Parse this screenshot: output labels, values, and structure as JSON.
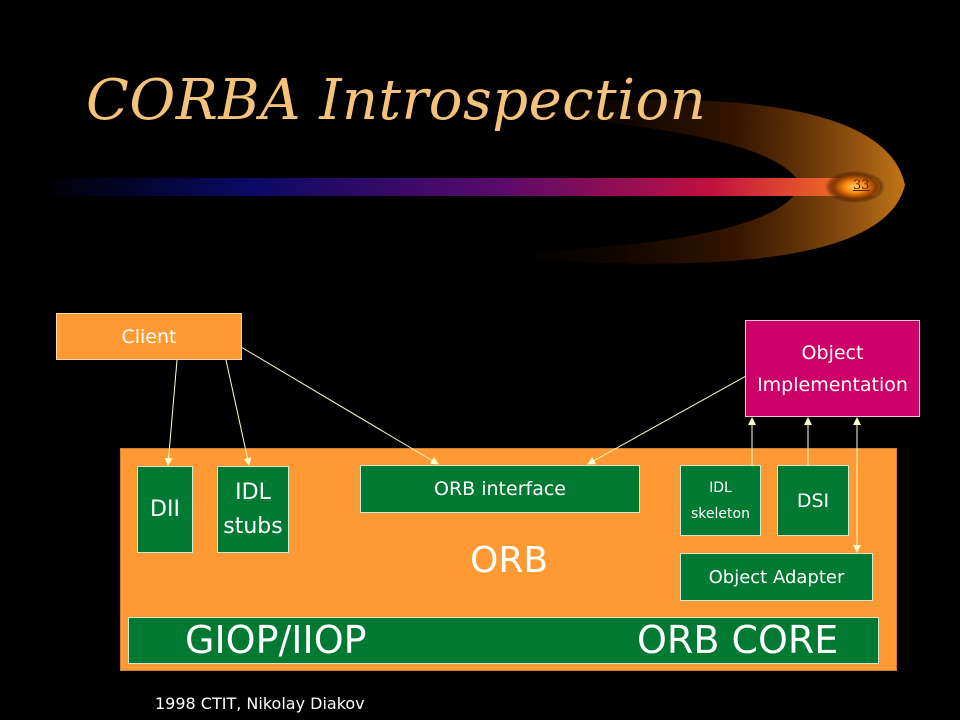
{
  "slide": {
    "title": "CORBA Introspection",
    "slide_number": "33",
    "footer": "1998 CTIT, Nikolay Diakov"
  },
  "diagram": {
    "client": "Client",
    "object_implementation": [
      "Object",
      "Implementation"
    ],
    "orb": "ORB",
    "dii": "DII",
    "idl_stubs": [
      "IDL",
      "stubs"
    ],
    "orb_interface": "ORB interface",
    "idl_skeleton": [
      "IDL",
      "skeleton"
    ],
    "dsi": "DSI",
    "object_adapter": "Object Adapter",
    "core_left": "GIOP/IIOP",
    "core_right": "ORB CORE"
  },
  "colors": {
    "orange": "#ff9933",
    "green": "#007a33",
    "magenta": "#cc0066",
    "title": "#f5c27a"
  }
}
